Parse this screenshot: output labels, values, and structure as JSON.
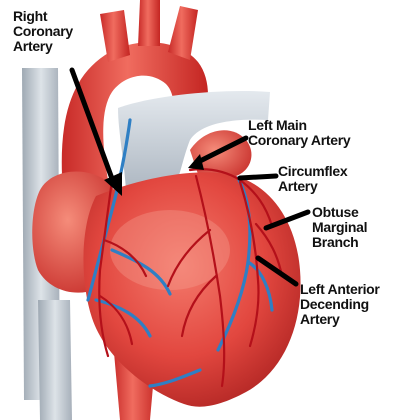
{
  "labels": {
    "right_coronary": [
      "Right",
      "Coronary",
      "Artery"
    ],
    "left_main": [
      "Left Main",
      "Coronary Artery"
    ],
    "circumflex": [
      "Circumflex",
      "Artery"
    ],
    "obtuse_marginal": [
      "Obtuse",
      "Marginal",
      "Branch"
    ],
    "lad": [
      "Left Anterior",
      "Decending",
      "Artery"
    ]
  },
  "colors": {
    "label_text": "#111111",
    "pointer": "#000000",
    "artery": "#d2141e",
    "vein": "#2f7fc4",
    "heart": "#e2473f",
    "aorta": "#e03a35",
    "pulmonary_trunk": "#c9d3dc",
    "vena_cava": "#bfc7d0"
  }
}
